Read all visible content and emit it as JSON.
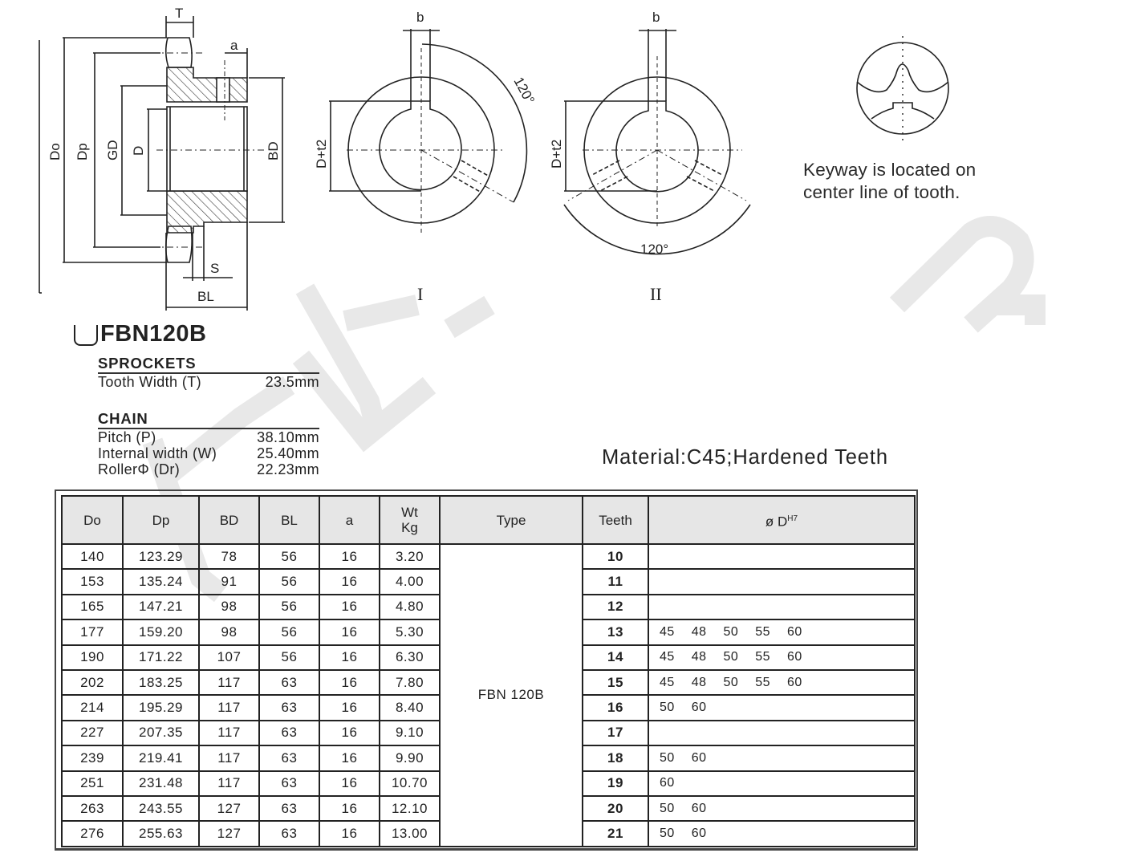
{
  "drawing": {
    "side_view_labels": {
      "T": "T",
      "a": "a",
      "Do": "Do",
      "Dp": "Dp",
      "GD": "GD",
      "D": "D",
      "BD": "BD",
      "S": "S",
      "BL": "BL"
    },
    "view_I": {
      "b": "b",
      "angle": "120°",
      "dim": "D+t2",
      "caption": "I"
    },
    "view_II": {
      "b": "b",
      "angle": "120°",
      "dim": "D+t2",
      "caption": "II"
    },
    "keyway_note_line1": "Keyway is located on",
    "keyway_note_line2": "center line of tooth."
  },
  "product": {
    "title": "FBN120B",
    "sprockets": {
      "heading": "SPROCKETS",
      "rows": [
        {
          "label": "Tooth Width  (T)",
          "value": "23.5mm"
        }
      ]
    },
    "chain": {
      "heading": "CHAIN",
      "rows": [
        {
          "label": "Pitch  (P)",
          "value": "38.10mm"
        },
        {
          "label": "Internal width  (W)",
          "value": "25.40mm"
        },
        {
          "label": "RollerΦ  (Dr)",
          "value": "22.23mm"
        }
      ]
    },
    "material": "Material:C45;Hardened  Teeth"
  },
  "table": {
    "headers": {
      "Do": "Do",
      "Dp": "Dp",
      "BD": "BD",
      "BL": "BL",
      "a": "a",
      "Wt": "Wt",
      "Kg": "Kg",
      "Type": "Type",
      "Teeth": "Teeth",
      "Bore": "ø D",
      "BoreSup": "H7"
    },
    "type_value": "FBN 120B",
    "rows": [
      {
        "Do": "140",
        "Dp": "123.29",
        "BD": "78",
        "BL": "56",
        "a": "16",
        "Wt": "3.20",
        "Teeth": "10",
        "Bores": ""
      },
      {
        "Do": "153",
        "Dp": "135.24",
        "BD": "91",
        "BL": "56",
        "a": "16",
        "Wt": "4.00",
        "Teeth": "11",
        "Bores": ""
      },
      {
        "Do": "165",
        "Dp": "147.21",
        "BD": "98",
        "BL": "56",
        "a": "16",
        "Wt": "4.80",
        "Teeth": "12",
        "Bores": ""
      },
      {
        "Do": "177",
        "Dp": "159.20",
        "BD": "98",
        "BL": "56",
        "a": "16",
        "Wt": "5.30",
        "Teeth": "13",
        "Bores": "45 48 50 55 60"
      },
      {
        "Do": "190",
        "Dp": "171.22",
        "BD": "107",
        "BL": "56",
        "a": "16",
        "Wt": "6.30",
        "Teeth": "14",
        "Bores": "45 48 50 55 60"
      },
      {
        "Do": "202",
        "Dp": "183.25",
        "BD": "117",
        "BL": "63",
        "a": "16",
        "Wt": "7.80",
        "Teeth": "15",
        "Bores": "45 48 50 55 60"
      },
      {
        "Do": "214",
        "Dp": "195.29",
        "BD": "117",
        "BL": "63",
        "a": "16",
        "Wt": "8.40",
        "Teeth": "16",
        "Bores": "50 60"
      },
      {
        "Do": "227",
        "Dp": "207.35",
        "BD": "117",
        "BL": "63",
        "a": "16",
        "Wt": "9.10",
        "Teeth": "17",
        "Bores": ""
      },
      {
        "Do": "239",
        "Dp": "219.41",
        "BD": "117",
        "BL": "63",
        "a": "16",
        "Wt": "9.90",
        "Teeth": "18",
        "Bores": "50 60"
      },
      {
        "Do": "251",
        "Dp": "231.48",
        "BD": "117",
        "BL": "63",
        "a": "16",
        "Wt": "10.70",
        "Teeth": "19",
        "Bores": "60"
      },
      {
        "Do": "263",
        "Dp": "243.55",
        "BD": "127",
        "BL": "63",
        "a": "16",
        "Wt": "12.10",
        "Teeth": "20",
        "Bores": "50 60"
      },
      {
        "Do": "276",
        "Dp": "255.63",
        "BD": "127",
        "BL": "63",
        "a": "16",
        "Wt": "13.00",
        "Teeth": "21",
        "Bores": "50 60"
      }
    ]
  }
}
